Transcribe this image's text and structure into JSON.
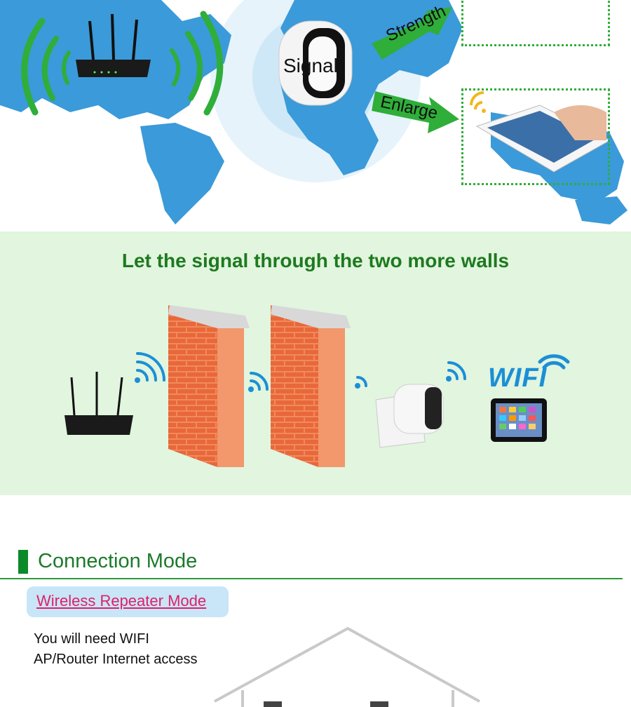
{
  "hero": {
    "signal_label": "Signal",
    "strength_label": "Strength",
    "enlarge_label": "Enlarge"
  },
  "walls": {
    "title": "Let the signal through the two more walls",
    "wifi_text": "WIFI"
  },
  "connection": {
    "title": "Connection Mode",
    "mode": "Wireless Repeater Mode",
    "need_line1": "You will need WIFI",
    "need_line2": "AP/Router Internet access"
  },
  "colors": {
    "green": "#2fae3a",
    "dark_green": "#1e7a1e",
    "map_blue": "#3b9ad9",
    "wifi_blue": "#1b8fd6",
    "brick": "#e8683a",
    "pink": "#e0206a",
    "wall_bg": "#e1f5df"
  }
}
